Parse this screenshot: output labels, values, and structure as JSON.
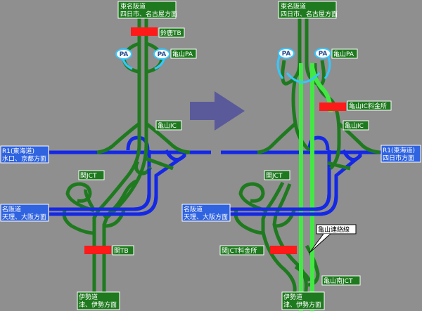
{
  "colors": {
    "background": "#8f8f8f",
    "expressway": "#1f7a1f",
    "national_route": "#1428e6",
    "new_link": "#44e844",
    "tollgate": "#ff1a1a",
    "parking_area": "#33c8ff",
    "arrow": "#5a5a9a",
    "label_green": "#1f7a1f",
    "label_blue": "#2f63e0"
  },
  "left": {
    "meihan_top": [
      "東名阪道",
      "四日市、名古屋方面"
    ],
    "suzuka_tb": "鈴鹿TB",
    "pa_left": "PA",
    "pa_right": "PA",
    "kameyama_pa": "亀山PA",
    "kameyama_ic": "亀山IC",
    "r1_west": [
      "R1(東海道)",
      "水口、京都方面"
    ],
    "seki_jct": "関JCT",
    "meihan_west": [
      "名阪道",
      "天理、大阪方面"
    ],
    "seki_tb": "関TB",
    "ise": [
      "伊勢道",
      "津、伊勢方面"
    ]
  },
  "right": {
    "meihan_top": [
      "東名阪道",
      "四日市、名古屋方面"
    ],
    "pa_left": "PA",
    "pa_right": "PA",
    "kameyama_pa": "亀山PA",
    "kameyama_ic_toll": "亀山IC料金所",
    "kameyama_ic": "亀山IC",
    "r1_east": [
      "R1(東海道)",
      "四日市方面"
    ],
    "seki_jct": "関JCT",
    "meihan_west": [
      "名阪道",
      "天理、大阪方面"
    ],
    "kameyama_link": "亀山連絡線",
    "seki_jct_toll": "関JCT料金所",
    "kameyama_minami_jct": "亀山南JCT",
    "ise": [
      "伊勢道",
      "津、伊勢方面"
    ]
  }
}
